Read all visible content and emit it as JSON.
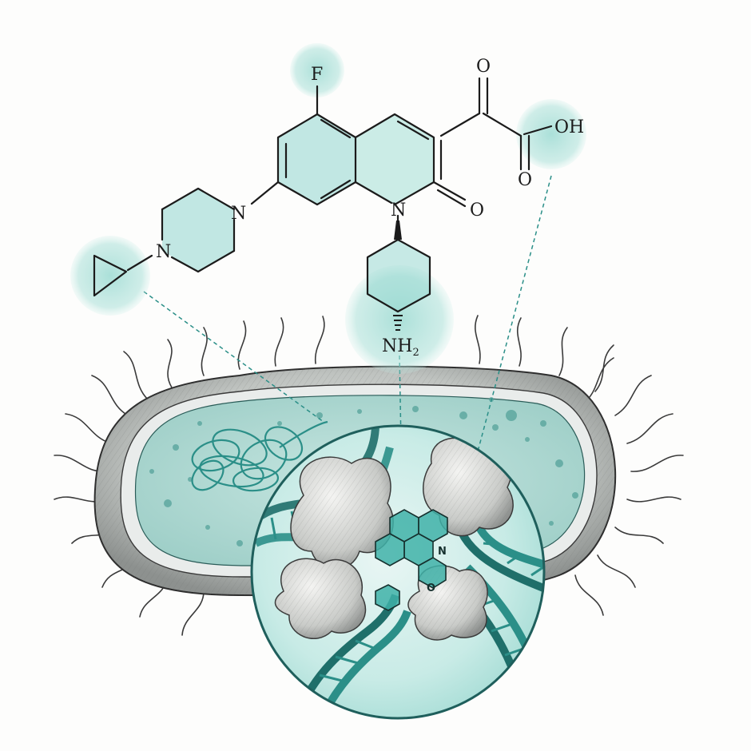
{
  "labels": {
    "fluorine": "F",
    "ketone_oxygen": "O",
    "carboxyl_oxygen": "O",
    "hydroxyl": "OH",
    "ring_oxygen": "O",
    "quinolone_nitrogen": "N",
    "piperazine_n1": "N",
    "piperazine_n4": "N",
    "amine": "NH",
    "amine_subscript": "2",
    "complex_nitrogen": "N",
    "complex_oxygen": "O"
  },
  "colors": {
    "teal_wash": "#8fd6cd",
    "teal_deep": "#2b8f88",
    "ink": "#1b1b1b",
    "cell_body": "#c9ccc9",
    "lens_ring": "#1f5f5c"
  },
  "icons": [
    "bacterium-cell",
    "nucleoid-dna-coil",
    "flagella",
    "magnified-dna-gyrase-complex",
    "dna-double-helix",
    "protein-blob"
  ]
}
